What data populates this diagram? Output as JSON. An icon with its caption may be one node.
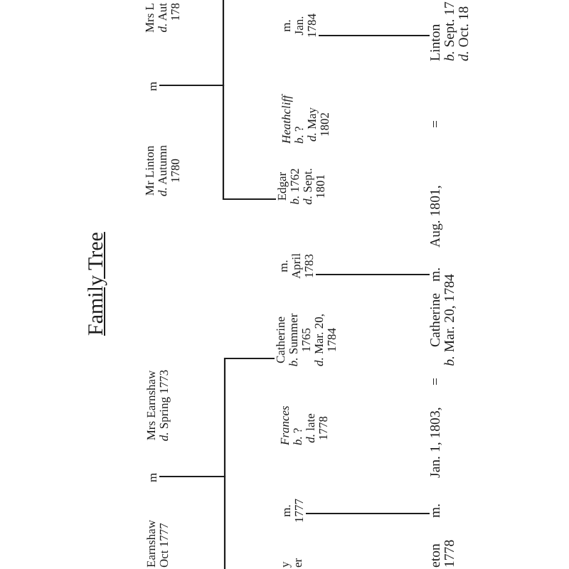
{
  "diagram": {
    "title": "Family Tree",
    "nodes": [
      {
        "text": [
          "Earnshaw",
          "Oct 1777"
        ]
      },
      {
        "text": [
          "m"
        ]
      },
      {
        "text": [
          "Mrs Earnshaw",
          "*d.* Spring 1773"
        ]
      },
      {
        "text": [
          "Mr Linton",
          "*d.* Autumn 1780"
        ]
      },
      {
        "text": [
          "m"
        ]
      },
      {
        "text": [
          "Mrs L",
          "*d.* Aut",
          "178"
        ]
      },
      {
        "text": [
          "y",
          "er"
        ]
      },
      {
        "text": [
          "m.",
          "1777"
        ]
      },
      {
        "text": [
          "Frances",
          "*b.* ?",
          "*d.* late 1778"
        ]
      },
      {
        "text": [
          "Catherine",
          "*b.* Summer 1765",
          "*d.* Mar. 20, 1784"
        ]
      },
      {
        "text": [
          "m.",
          "April 1783"
        ]
      },
      {
        "text": [
          "Edgar",
          "*b.* 1762",
          "*d.* Sept. 1801"
        ]
      },
      {
        "text": [
          "Heathcliff",
          "*b.* ?",
          "*d.* May 1802"
        ]
      },
      {
        "text": [
          "m.",
          "Jan. 1784"
        ]
      },
      {
        "text": [
          "eton",
          "1778"
        ]
      },
      {
        "text": [
          "m."
        ]
      },
      {
        "text": [
          "Catherine",
          "*b.* Mar. 20, 1784"
        ]
      },
      {
        "text": [
          "m."
        ]
      },
      {
        "text": [
          "Linton",
          "*b.* Sept. 17",
          "*d.* Oct. 18"
        ]
      }
    ],
    "edges": [
      {
        "from": 1,
        "to": 9,
        "arrow": "none"
      },
      {
        "from": 1,
        "to": null,
        "arrow": "none"
      },
      {
        "from": 4,
        "to": 11,
        "arrow": "none"
      },
      {
        "from": 4,
        "to": null,
        "arrow": "none"
      },
      {
        "from": 7,
        "to": 15,
        "arrow": "none"
      },
      {
        "from": 10,
        "to": 17,
        "arrow": "none"
      },
      {
        "from": 13,
        "to": 18,
        "arrow": "none"
      }
    ],
    "labels": [
      "Jan. 1, 1803,",
      "=",
      "Aug. 1801,",
      "="
    ]
  }
}
